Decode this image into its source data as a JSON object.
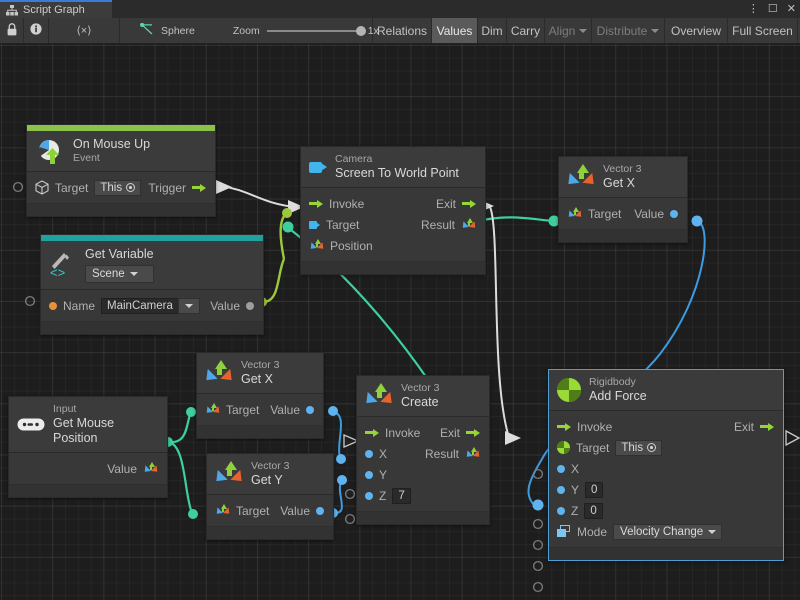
{
  "window": {
    "tab_label": "Script Graph",
    "tab_icon": "script-graph-icon",
    "menu_icon": "kebab-menu-icon",
    "maximize_icon": "maximize-icon",
    "close_icon": "close-icon"
  },
  "toolbar": {
    "lock_icon": "lock-icon",
    "info_icon": "info-icon",
    "code_label": "⟨×⟩",
    "target_icon": "graph-target-icon",
    "target_label": "Sphere",
    "zoom_label": "Zoom",
    "zoom_value": "1x",
    "buttons": [
      {
        "label": "Relations",
        "state": "normal"
      },
      {
        "label": "Values",
        "state": "selected"
      },
      {
        "label": "Dim",
        "state": "normal"
      },
      {
        "label": "Carry",
        "state": "normal"
      },
      {
        "label": "Align",
        "state": "disabled",
        "caret": true
      },
      {
        "label": "Distribute",
        "state": "disabled",
        "caret": true
      },
      {
        "label": "Overview",
        "state": "normal"
      },
      {
        "label": "Full Screen",
        "state": "normal"
      }
    ]
  },
  "nodes": {
    "on_mouse_up": {
      "icon": "on-mouse-up-icon",
      "title": "On Mouse Up",
      "subtitle": "Event",
      "target_icon": "cube-icon",
      "target_label": "Target",
      "target_value": "This",
      "trigger_label": "Trigger"
    },
    "get_variable": {
      "icon": "get-variable-icon",
      "title": "Get Variable",
      "scope": "Scene",
      "name_label": "Name",
      "name_value": "MainCamera",
      "value_label": "Value"
    },
    "screen_to_world_point": {
      "icon": "camera-icon",
      "subtitle": "Camera",
      "title": "Screen To World Point",
      "invoke_label": "Invoke",
      "exit_label": "Exit",
      "target_label": "Target",
      "result_label": "Result",
      "position_label": "Position"
    },
    "vector3_getx_top": {
      "icon": "vector3-icon",
      "subtitle": "Vector 3",
      "title": "Get X",
      "target_label": "Target",
      "value_label": "Value"
    },
    "vector3_getx_mid": {
      "icon": "vector3-icon",
      "subtitle": "Vector 3",
      "title": "Get X",
      "target_label": "Target",
      "value_label": "Value"
    },
    "vector3_gety": {
      "icon": "vector3-icon",
      "subtitle": "Vector 3",
      "title": "Get Y",
      "target_label": "Target",
      "value_label": "Value"
    },
    "input_mouse_position": {
      "icon": "gamepad-icon",
      "subtitle": "Input",
      "title": "Get Mouse Position",
      "value_label": "Value"
    },
    "vector3_create": {
      "icon": "vector3-icon",
      "subtitle": "Vector 3",
      "title": "Create",
      "invoke_label": "Invoke",
      "exit_label": "Exit",
      "result_label": "Result",
      "x_label": "X",
      "y_label": "Y",
      "z_label": "Z",
      "z_value": "7"
    },
    "rigidbody_add_force": {
      "icon": "rigidbody-icon",
      "subtitle": "Rigidbody",
      "title": "Add Force",
      "invoke_label": "Invoke",
      "exit_label": "Exit",
      "target_label": "Target",
      "target_value": "This",
      "x_label": "X",
      "y_label": "Y",
      "y_value": "0",
      "z_label": "Z",
      "z_value": "0",
      "mode_label": "Mode",
      "mode_value": "Velocity Change",
      "selected": true
    }
  },
  "colors": {
    "event_accent": "#8bc34a",
    "variable_accent": "#21a0a0",
    "flow_wire": "#dcdcdc",
    "value_wire_green": "#3ecf9e",
    "value_wire_blue": "#3d9be0",
    "value_wire_olive": "#9cc83b",
    "selection": "#4f9fd4",
    "canvas_bg": "#1d1d1d"
  }
}
